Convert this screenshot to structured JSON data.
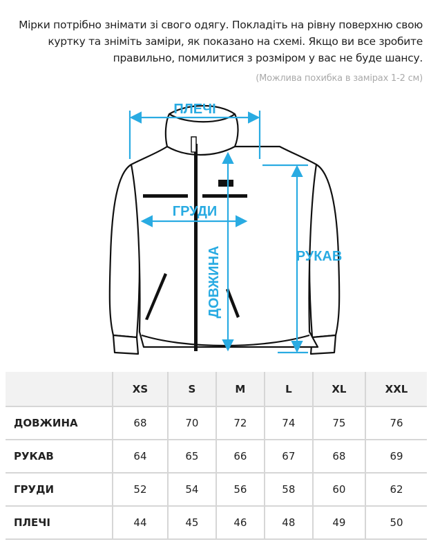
{
  "intro": {
    "text": "Мірки потрібно знімати зі свого одягу. Покладіть на рівну поверхню свою куртку та зніміть заміри, як показано на схемі. Якщо ви все зробите правильно, помилитися з розміром у вас не буде шансу.",
    "note": "(Можлива похибка в замірах 1-2 см)"
  },
  "diagram": {
    "accent_color": "#29abe2",
    "labels": {
      "shoulders": "ПЛЕЧІ",
      "chest": "ГРУДИ",
      "length": "ДОВЖИНА",
      "sleeve": "РУКАВ"
    }
  },
  "table": {
    "sizes": [
      "XS",
      "S",
      "M",
      "L",
      "XL",
      "XXL"
    ],
    "rows": [
      {
        "label": "ДОВЖИНА",
        "values": [
          "68",
          "70",
          "72",
          "74",
          "75",
          "76"
        ]
      },
      {
        "label": "РУКАВ",
        "values": [
          "64",
          "65",
          "66",
          "67",
          "68",
          "69"
        ]
      },
      {
        "label": "ГРУДИ",
        "values": [
          "52",
          "54",
          "56",
          "58",
          "60",
          "62"
        ]
      },
      {
        "label": "ПЛЕЧІ",
        "values": [
          "44",
          "45",
          "46",
          "48",
          "49",
          "50"
        ]
      }
    ]
  }
}
